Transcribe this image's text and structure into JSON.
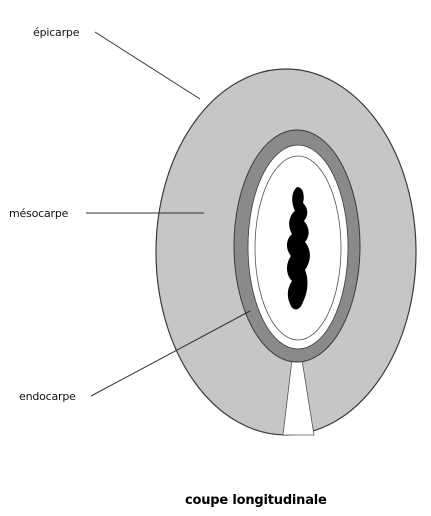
{
  "labels": {
    "epicarpe": "épicarpe",
    "mesocarpe": "mésocarpe",
    "endocarpe": "endocarpe"
  },
  "caption": "coupe longitudinale",
  "colors": {
    "mesocarpe_fill": "#c6c6c6",
    "outline": "#3a3a3a",
    "endocarpe_ring": "#8a8a8a",
    "seed_cavity": "#ffffff",
    "seed": "#000000",
    "leader_lines": "#333333"
  }
}
